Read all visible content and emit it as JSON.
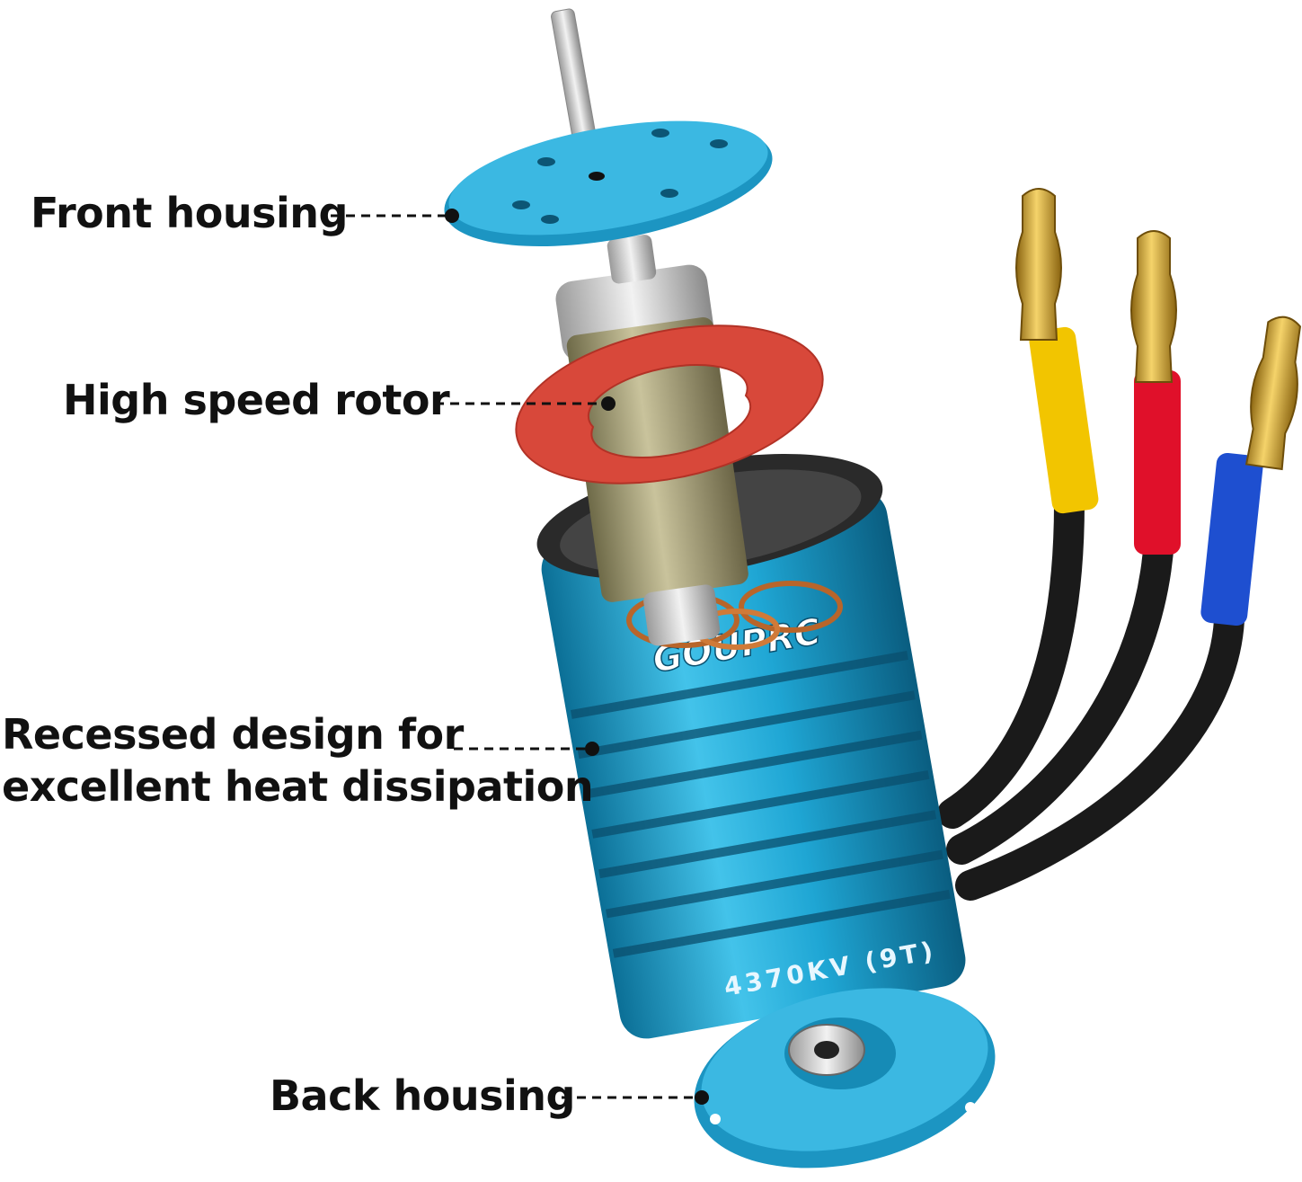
{
  "callouts": {
    "front_housing": "Front housing",
    "rotor": "High speed rotor",
    "recessed_line1": "Recessed design for",
    "recessed_line2": "excellent heat dissipation",
    "back_housing": "Back housing"
  },
  "motor": {
    "brand": "GOUPRC",
    "rating": "4370KV (9T)"
  },
  "colors": {
    "housing_blue": "#1fa6d4",
    "gasket_red": "#d8483a",
    "wire_yellow": "#f2c500",
    "wire_red": "#e0102a",
    "wire_blue": "#1e4fd0",
    "connector_gold": "#d9a92e"
  }
}
